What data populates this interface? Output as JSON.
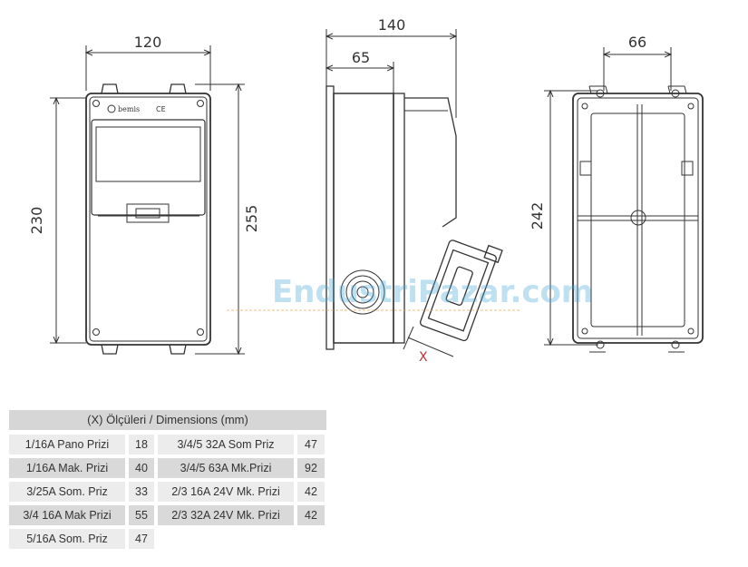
{
  "dimensions": {
    "front_width": "120",
    "front_height_inner": "230",
    "front_height_outer": "255",
    "side_depth_total": "140",
    "side_depth_body": "65",
    "back_width": "66",
    "back_height": "242",
    "socket_marker": "X"
  },
  "brand_label": "bemis",
  "ce_mark": "CE",
  "watermark": "EndustriPazar.com",
  "table": {
    "title": "(X) Ölçüleri / Dimensions (mm)",
    "rows": [
      {
        "name1": "1/16A Pano Prizi",
        "val1": "18",
        "name2": "3/4/5 32A Som Priz",
        "val2": "47"
      },
      {
        "name1": "1/16A Mak. Prizi",
        "val1": "40",
        "name2": "3/4/5 63A Mk.Prizi",
        "val2": "92"
      },
      {
        "name1": "3/25A Som. Priz",
        "val1": "33",
        "name2": "2/3 16A 24V Mk. Prizi",
        "val2": "42"
      },
      {
        "name1": "3/4 16A Mak Prizi",
        "val1": "55",
        "name2": "2/3 32A 24V Mk. Prizi",
        "val2": "42"
      },
      {
        "name1": "5/16A Som. Priz",
        "val1": "47",
        "name2": "",
        "val2": ""
      }
    ]
  }
}
